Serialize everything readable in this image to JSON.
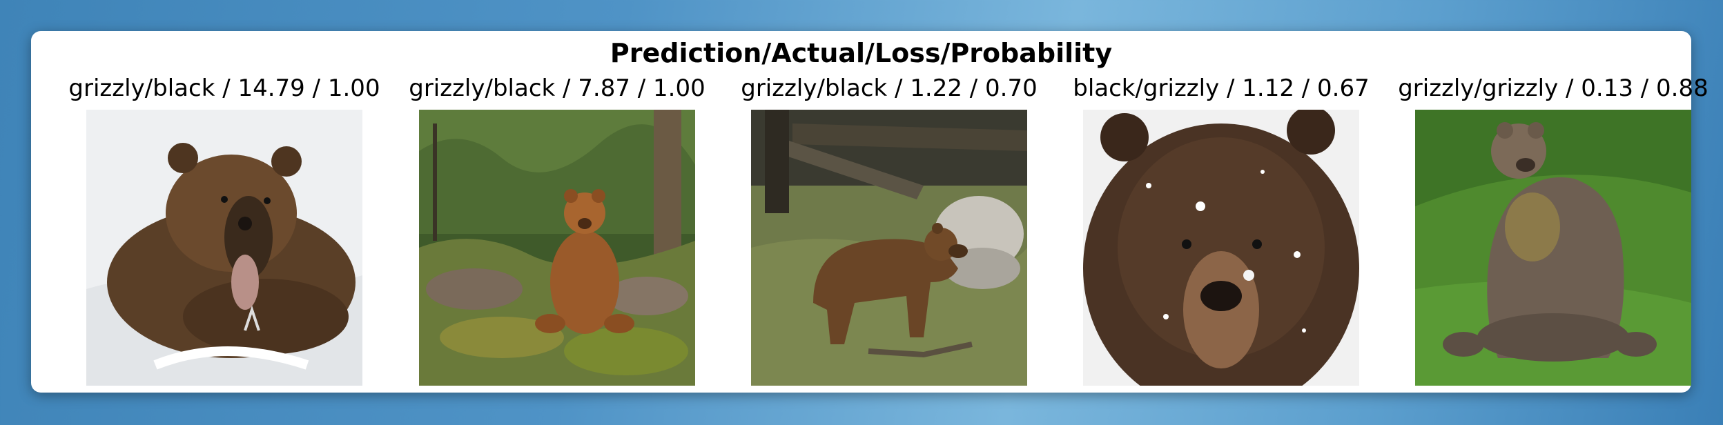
{
  "figure": {
    "title": "Prediction/Actual/Loss/Probability",
    "items": [
      {
        "caption": "grizzly/black / 14.79 / 1.00",
        "image": "grizzly-bear-lying-in-snow-mouth-open"
      },
      {
        "caption": "grizzly/black / 7.87 / 1.00",
        "image": "cinnamon-bear-sitting-on-mossy-rocks"
      },
      {
        "caption": "grizzly/black / 1.22 / 0.70",
        "image": "brown-bear-walking-past-fallen-logs"
      },
      {
        "caption": "black/grizzly / 1.12 / 0.67",
        "image": "close-up-bear-face-in-snowfall"
      },
      {
        "caption": "grizzly/grizzly / 0.13 / 0.88",
        "image": "bear-sitting-on-green-grass"
      }
    ]
  }
}
